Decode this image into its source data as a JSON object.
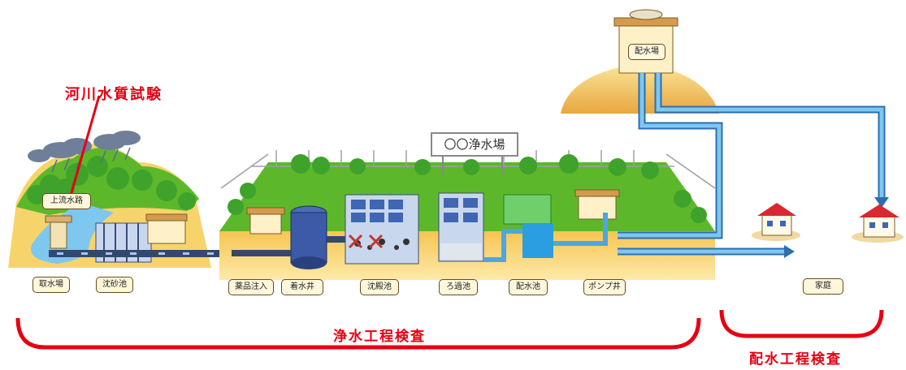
{
  "annotations": {
    "river_test": "河川水質試験",
    "purification_inspection": "浄水工程検査",
    "distribution_inspection": "配水工程検査"
  },
  "plant": {
    "sign": "〇〇浄水場"
  },
  "facilities": {
    "upstream": "上流水路",
    "intake": "取水場",
    "grit_basin": "沈砂池",
    "chemical": "薬品注入",
    "receiving_well": "着水井",
    "sedimentation": "沈殿池",
    "filtration": "ろ過池",
    "distribution_reservoir": "配水池",
    "pump_well": "ポンプ井",
    "distribution_station": "配水場",
    "household": "家庭"
  },
  "colors": {
    "annotation": "#e60012",
    "pipe": "#4da6e0",
    "grass": "#5cb82a",
    "ground": "#f7cf6a"
  }
}
